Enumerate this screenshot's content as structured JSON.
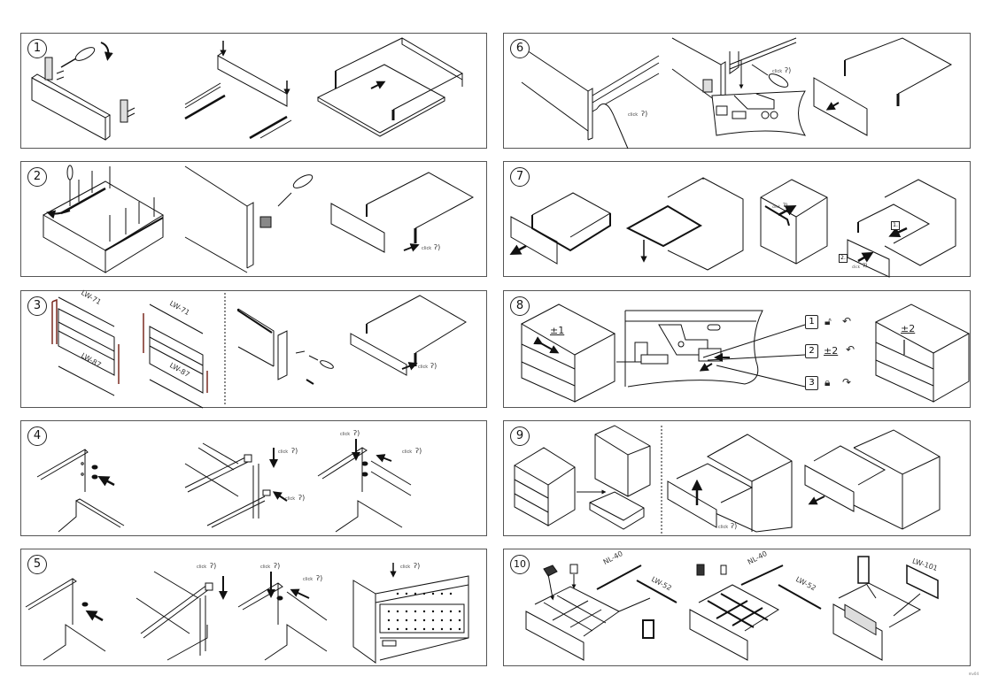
{
  "document": {
    "code": "mv04",
    "click_label": "click",
    "ear_icon": "ear-sound-icon"
  },
  "steps": [
    {
      "number": "1"
    },
    {
      "number": "2"
    },
    {
      "number": "3",
      "dims": [
        "LW-71",
        "LW-87",
        "LW-71",
        "LW-87"
      ]
    },
    {
      "number": "4"
    },
    {
      "number": "5"
    },
    {
      "number": "6"
    },
    {
      "number": "7",
      "callouts": [
        "1.",
        "2."
      ]
    },
    {
      "number": "8",
      "tolerance_left": "±1",
      "tolerance_right": "±2",
      "adjustments": [
        {
          "index": "1",
          "value": "",
          "icon": "unlock-icon",
          "direction": "counterclockwise"
        },
        {
          "index": "2",
          "value": "±2",
          "icon": "",
          "direction": "counterclockwise"
        },
        {
          "index": "3",
          "value": "",
          "icon": "lock-icon",
          "direction": "clockwise"
        }
      ]
    },
    {
      "number": "9"
    },
    {
      "number": "10",
      "dims": [
        "NL-40",
        "LW-52",
        "NL-40",
        "LW-52",
        "LW-101"
      ]
    }
  ]
}
